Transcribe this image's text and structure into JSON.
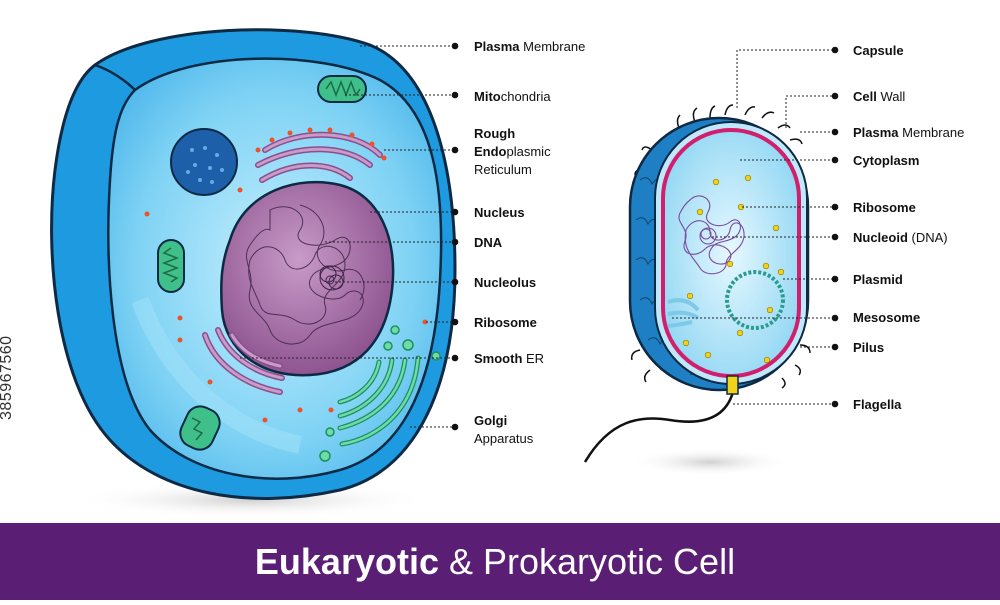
{
  "title": {
    "bold": "Eukaryotic",
    "amp": "&",
    "rest": "Prokaryotic Cell"
  },
  "stock_id": "385967560",
  "euk_labels": [
    {
      "bold": "Plasma",
      "rest": " Membrane"
    },
    {
      "bold": "Mito",
      "rest": "chondria"
    },
    {
      "bold": "Rough",
      "rest": ""
    },
    {
      "bold": "Endo",
      "rest": "plasmic"
    },
    {
      "bold": "",
      "rest": "Reticulum"
    },
    {
      "bold": "Nucleus",
      "rest": ""
    },
    {
      "bold": "DNA",
      "rest": ""
    },
    {
      "bold": "Nucleolus",
      "rest": ""
    },
    {
      "bold": "Ribosome",
      "rest": ""
    },
    {
      "bold": "Smooth",
      "rest": " ER"
    },
    {
      "bold": "Golgi",
      "rest": ""
    },
    {
      "bold": "",
      "rest": "Apparatus"
    }
  ],
  "pro_labels": [
    {
      "bold": "Capsule",
      "rest": ""
    },
    {
      "bold": "Cell",
      "rest": " Wall"
    },
    {
      "bold": "Plasma",
      "rest": " Membrane"
    },
    {
      "bold": "Cytoplasm",
      "rest": ""
    },
    {
      "bold": "Ribosome",
      "rest": ""
    },
    {
      "bold": "Nucleoid",
      "rest": " (DNA)"
    },
    {
      "bold": "Plasmid",
      "rest": ""
    },
    {
      "bold": "Mesosome",
      "rest": ""
    },
    {
      "bold": "Pilus",
      "rest": ""
    },
    {
      "bold": "Flagella",
      "rest": ""
    }
  ],
  "colors": {
    "banner": "#5b1e75",
    "cytoplasm": "#74cdf2",
    "outer": "#1e9ae0",
    "nucleus": "#9b5c9b",
    "mito": "#3fc08a",
    "ribosome": "#e8552c",
    "prok_membrane": "#d11f6d",
    "capsule": "#1f7fc4"
  }
}
